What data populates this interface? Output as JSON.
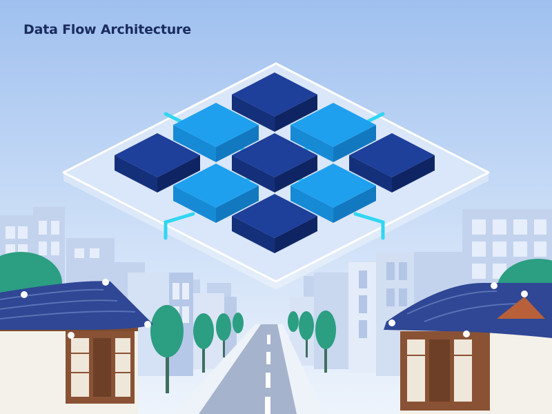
{
  "title": "Data Flow Architecture",
  "diagram": {
    "grid_cells": [
      {
        "row": 0,
        "col": 0,
        "tone": "dark"
      },
      {
        "row": 0,
        "col": 1,
        "tone": "light"
      },
      {
        "row": 0,
        "col": 2,
        "tone": "dark"
      },
      {
        "row": 1,
        "col": 0,
        "tone": "light"
      },
      {
        "row": 1,
        "col": 1,
        "tone": "dark"
      },
      {
        "row": 1,
        "col": 2,
        "tone": "light"
      },
      {
        "row": 2,
        "col": 0,
        "tone": "dark"
      },
      {
        "row": 2,
        "col": 1,
        "tone": "light"
      },
      {
        "row": 2,
        "col": 2,
        "tone": "dark"
      }
    ],
    "connector_count": 6
  },
  "colors": {
    "title": "#1a2b5e",
    "sky_top": "#9fc0ef",
    "sky_bottom": "#eef4fc",
    "block_dark": "#1e3f9a",
    "block_light": "#1fa0ee",
    "connector": "#30d6f2",
    "platform": "#eef4ff",
    "roof": "#2f4794",
    "tree": "#2c9e82",
    "road": "#a6b3cc",
    "wood": "#8a5234"
  },
  "icons": [
    "isometric-block-grid",
    "connector-line",
    "traditional-house",
    "tree",
    "building",
    "road"
  ]
}
